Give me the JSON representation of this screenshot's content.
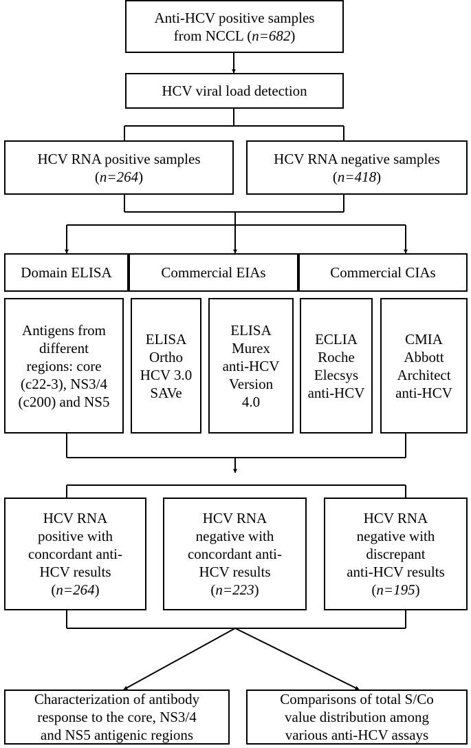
{
  "boxes": {
    "source": {
      "lines": [
        "Anti-HCV positive samples",
        "from NCCL (n=682)"
      ]
    },
    "detection": {
      "lines": [
        "HCV viral load detection"
      ]
    },
    "rna_positive": {
      "lines": [
        "HCV RNA positive samples",
        "(n=264)"
      ]
    },
    "rna_negative": {
      "lines": [
        "HCV RNA negative samples",
        "(n=418)"
      ]
    },
    "domain_elisa": {
      "lines": [
        "Domain ELISA"
      ]
    },
    "commercial_eias": {
      "lines": [
        "Commercial EIAs"
      ]
    },
    "commercial_cias": {
      "lines": [
        "Commercial CIAs"
      ]
    },
    "domain_antigens": {
      "lines": [
        "Antigens from",
        "different",
        "regions: core",
        "(c22-3), NS3/4",
        "(c200) and NS5"
      ]
    },
    "elisa_ortho": {
      "lines": [
        "ELISA",
        "Ortho",
        "HCV 3.0",
        "SAVe"
      ]
    },
    "elisa_murex": {
      "lines": [
        "ELISA",
        "Murex",
        "anti-HCV",
        "Version",
        "4.0"
      ]
    },
    "eclia_roche": {
      "lines": [
        "ECLIA",
        "Roche",
        "Elecsys",
        "anti-HCV"
      ]
    },
    "cmia_abbott": {
      "lines": [
        "CMIA",
        "Abbott",
        "Architect",
        "anti-HCV"
      ]
    },
    "result_pos_concordant": {
      "lines": [
        "HCV RNA",
        "positive with",
        "concordant anti-",
        "HCV results",
        "(n=264)"
      ]
    },
    "result_neg_concordant": {
      "lines": [
        "HCV RNA",
        "negative with",
        "concordant anti-",
        "HCV results",
        "(n=223)"
      ]
    },
    "result_neg_discrepant": {
      "lines": [
        "HCV RNA",
        "negative with",
        "discrepant",
        "anti-HCV results",
        "(n=195)"
      ]
    },
    "characterization": {
      "lines": [
        "Characterization of antibody",
        "response to the core, NS3/4",
        "and NS5 antigenic regions"
      ]
    },
    "comparisons": {
      "lines": [
        "Comparisons of total S/Co",
        "value distribution among",
        "various anti-HCV assays"
      ]
    }
  }
}
